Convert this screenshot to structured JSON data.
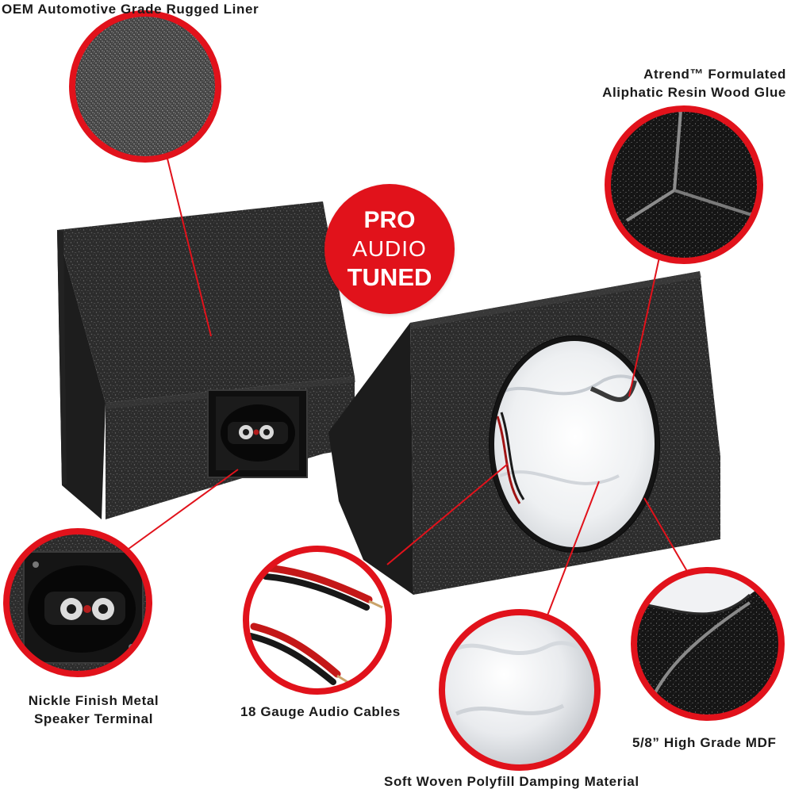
{
  "badge": {
    "line1": "PRO",
    "line2": "AUDIO",
    "line3": "TUNED"
  },
  "callouts": {
    "liner": "OEM Automotive Grade Rugged Liner",
    "glue_line1": "Atrend™ Formulated",
    "glue_line2": "Aliphatic Resin Wood Glue",
    "terminal_line1": "Nickle Finish Metal",
    "terminal_line2": "Speaker Terminal",
    "cables": "18 Gauge Audio Cables",
    "polyfill": "Soft Woven Polyfill Damping Material",
    "mdf": "5/8” High Grade MDF"
  },
  "colors": {
    "accent_red": "#e1121b",
    "box_black": "#2b2b2b"
  }
}
